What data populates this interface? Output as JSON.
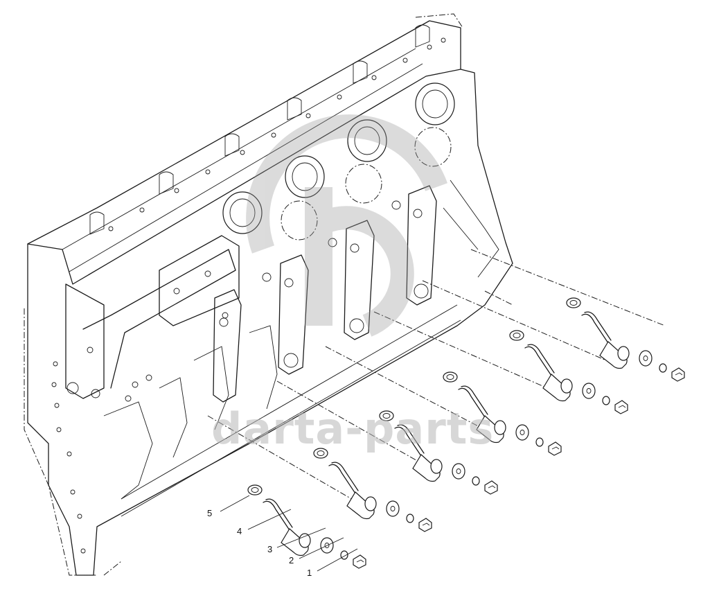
{
  "diagram": {
    "callouts": [
      {
        "id": "c1",
        "label": "1"
      },
      {
        "id": "c2",
        "label": "2"
      },
      {
        "id": "c3",
        "label": "3"
      },
      {
        "id": "c4",
        "label": "4"
      },
      {
        "id": "c5",
        "label": "5"
      }
    ]
  },
  "watermark": {
    "text": "darta-parts",
    "color": "#b0b0b0"
  },
  "colors": {
    "line": "#1a1a1a",
    "background": "#ffffff"
  }
}
